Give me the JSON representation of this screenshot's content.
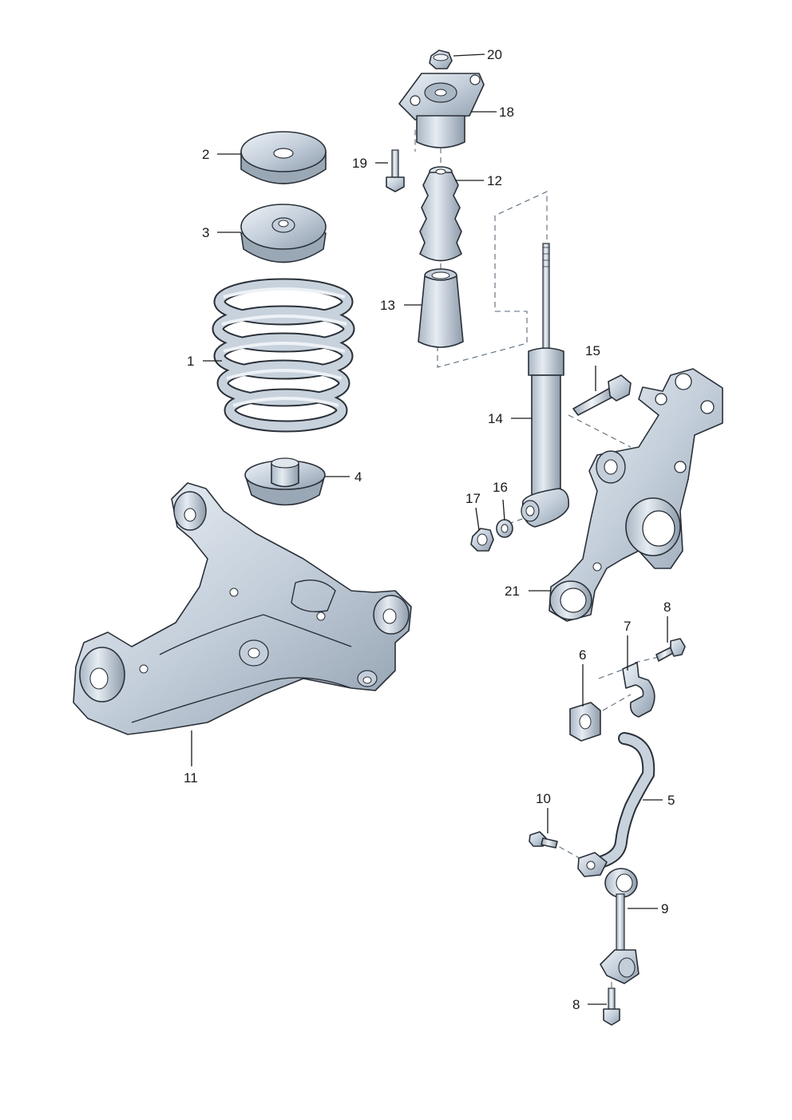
{
  "diagram": {
    "callouts": [
      {
        "id": "20",
        "label": "20"
      },
      {
        "id": "18",
        "label": "18"
      },
      {
        "id": "2",
        "label": "2"
      },
      {
        "id": "19",
        "label": "19"
      },
      {
        "id": "12",
        "label": "12"
      },
      {
        "id": "3",
        "label": "3"
      },
      {
        "id": "13",
        "label": "13"
      },
      {
        "id": "1",
        "label": "1"
      },
      {
        "id": "15",
        "label": "15"
      },
      {
        "id": "14",
        "label": "14"
      },
      {
        "id": "4",
        "label": "4"
      },
      {
        "id": "17",
        "label": "17"
      },
      {
        "id": "16",
        "label": "16"
      },
      {
        "id": "21",
        "label": "21"
      },
      {
        "id": "8a",
        "label": "8"
      },
      {
        "id": "7",
        "label": "7"
      },
      {
        "id": "6",
        "label": "6"
      },
      {
        "id": "11",
        "label": "11"
      },
      {
        "id": "10",
        "label": "10"
      },
      {
        "id": "5",
        "label": "5"
      },
      {
        "id": "9",
        "label": "9"
      },
      {
        "id": "8b",
        "label": "8"
      }
    ],
    "colors": {
      "part_fill": "#c8d2dc",
      "part_light": "#e4eaf0",
      "part_dark": "#8a98a8",
      "outline": "#2a3038"
    }
  }
}
